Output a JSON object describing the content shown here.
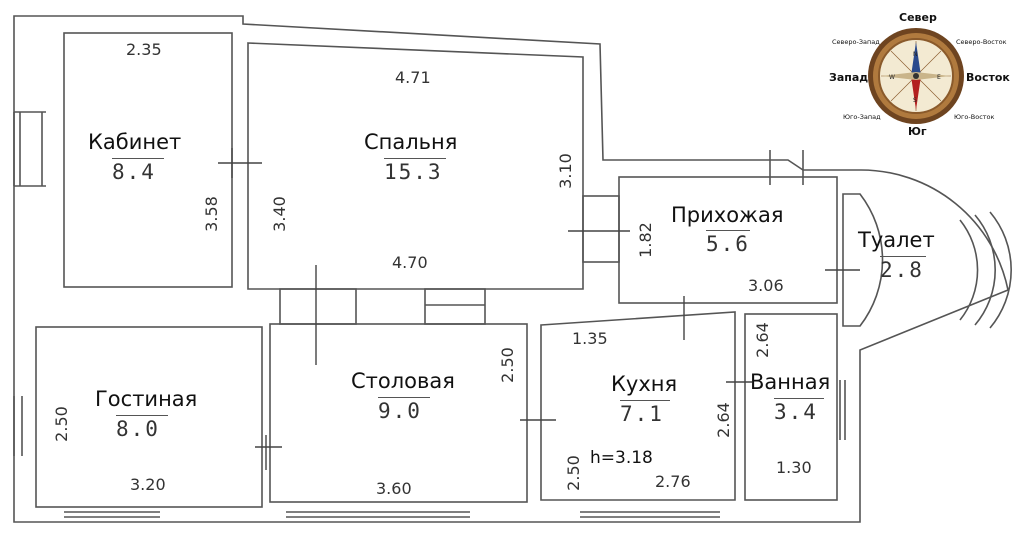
{
  "rooms": [
    {
      "name": "Кабинет",
      "area": "8.4"
    },
    {
      "name": "Спальня",
      "area": "15.3"
    },
    {
      "name": "Прихожая",
      "area": "5.6"
    },
    {
      "name": "Туалет",
      "area": "2.8"
    },
    {
      "name": "Гостиная",
      "area": "8.0"
    },
    {
      "name": "Столовая",
      "area": "9.0"
    },
    {
      "name": "Кухня",
      "area": "7.1"
    },
    {
      "name": "Ванная",
      "area": "3.4"
    }
  ],
  "dimensions": {
    "kabinet_top": "2.35",
    "kabinet_side": "3.58",
    "spalnya_side_left": "3.40",
    "spalnya_top": "4.71",
    "spalnya_side_right": "3.10",
    "spalnya_bottom": "4.70",
    "prikhozhaya_side": "1.82",
    "prikhozhaya_bottom": "3.06",
    "gostinaya_side": "2.50",
    "gostinaya_bottom": "3.20",
    "stolovaya_side": "2.50",
    "stolovaya_bottom": "3.60",
    "kukhnya_top": "1.35",
    "kukhnya_side_left": "2.50",
    "kukhnya_side_right": "2.64",
    "kukhnya_bottom": "2.76",
    "vannaya_side": "2.64",
    "vannaya_bottom": "1.30"
  },
  "ceiling_height": "h=3.18",
  "compass": {
    "north": "Север",
    "south": "Юг",
    "west": "Запад",
    "east": "Восток",
    "northwest": "Северо-Запад",
    "northeast": "Северо-Восток",
    "southwest": "Юго-Запад",
    "southeast": "Юго-Восток",
    "rose_n": "N",
    "rose_s": "S",
    "rose_w": "W",
    "rose_e": "E"
  },
  "colors": {
    "wall": "#555555",
    "compass_ring": "#8a5a2b",
    "compass_face": "#f3ead2",
    "needle_north": "#2b4a8c",
    "needle_south": "#b32020"
  }
}
